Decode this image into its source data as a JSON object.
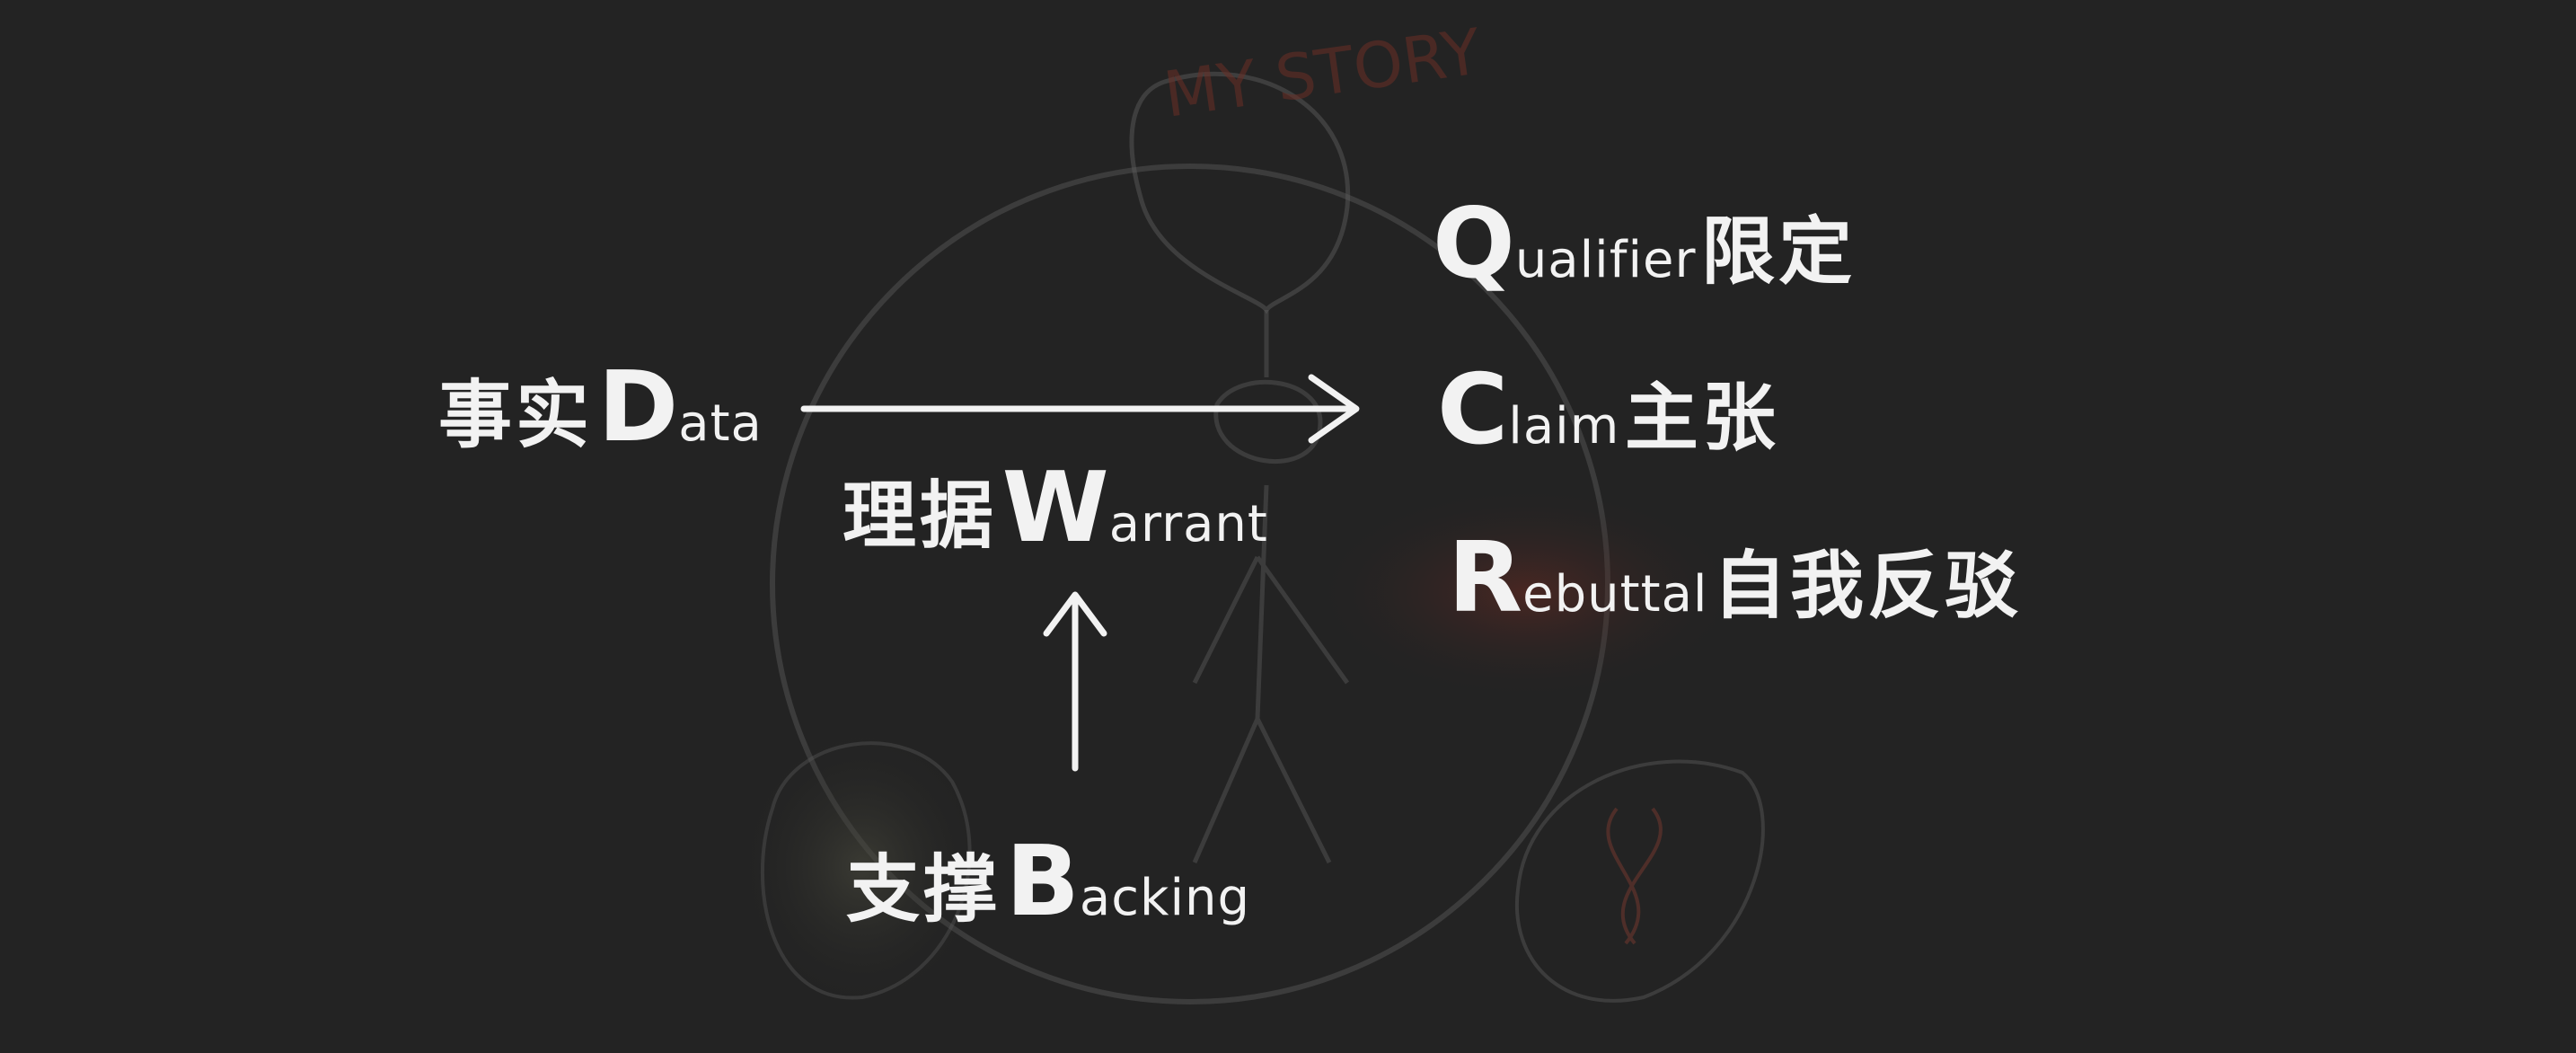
{
  "labels": {
    "data": {
      "cn": "事实",
      "initial": "D",
      "rest": "ata"
    },
    "warrant": {
      "cn": "理据",
      "initial": "W",
      "rest": "arrant"
    },
    "backing": {
      "cn": "支撑",
      "initial": "B",
      "rest": "acking"
    },
    "qualifier": {
      "initial": "Q",
      "rest": "ualifier",
      "cn": "限定"
    },
    "claim": {
      "initial": "C",
      "rest": "laim",
      "cn": "主张"
    },
    "rebuttal": {
      "initial": "R",
      "rest": "ebuttal",
      "cn": "自我反驳"
    }
  },
  "background_sketch": {
    "text_top": "MY STORY"
  },
  "colors": {
    "background": "#232323",
    "text": "#f2f2f2",
    "sketch": "#8a8a8a",
    "sketch_accent": "#7a3a30"
  }
}
